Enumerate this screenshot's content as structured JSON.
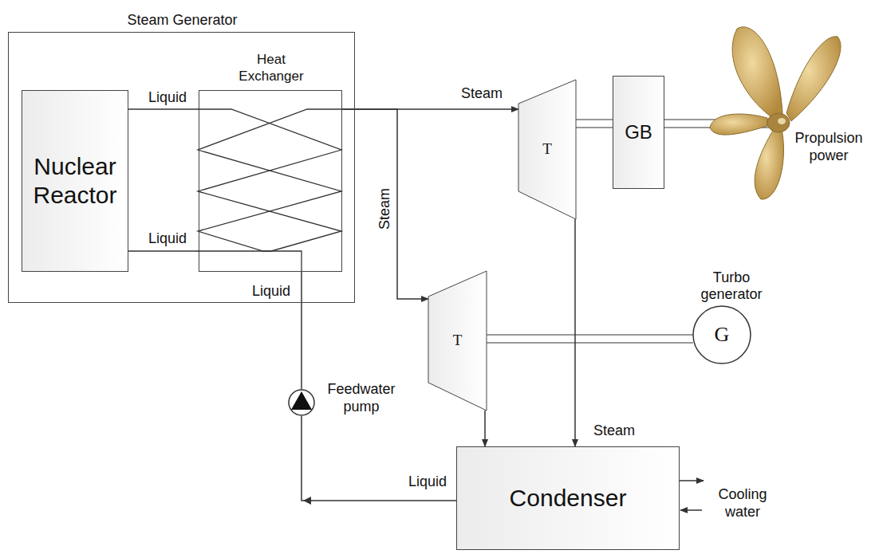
{
  "diagram": {
    "nodes": [
      {
        "text": [
          "Steam Generator"
        ]
      },
      {
        "text": [
          "Nuclear Reactor"
        ],
        "in": 0
      },
      {
        "text": [
          "Heat Exchanger"
        ],
        "in": 0
      },
      {
        "text": [
          "T"
        ]
      },
      {
        "text": [
          "GB"
        ]
      },
      {
        "text": [
          "T"
        ]
      },
      {
        "text": [
          "Turbo generator",
          "G"
        ]
      },
      {
        "text": [
          "Feedwater pump"
        ]
      },
      {
        "text": [
          "Condenser"
        ]
      }
    ],
    "edges": [
      {
        "from": 2,
        "to": 3,
        "label": "Steam",
        "arrow": "to"
      },
      {
        "from": 2,
        "to": 5,
        "label": "Steam",
        "arrow": "to"
      },
      {
        "from": 3,
        "to": 4,
        "arrow": "none"
      },
      {
        "from": 5,
        "to": 6,
        "arrow": "none"
      },
      {
        "from": 3,
        "to": 8,
        "label": "Steam",
        "arrow": "to"
      },
      {
        "from": 5,
        "to": 8,
        "arrow": "to"
      },
      {
        "from": 8,
        "to": 7,
        "label": "Liquid",
        "arrow": "to"
      },
      {
        "from": 7,
        "to": 2,
        "label": "Liquid",
        "arrow": "none"
      },
      {
        "from": 1,
        "to": 2,
        "label": "Liquid",
        "arrow": "none"
      },
      {
        "from": 1,
        "to": 2,
        "label": "Liquid",
        "arrow": "none"
      }
    ],
    "labels": [
      "Propulsion power",
      "Cooling water"
    ]
  }
}
